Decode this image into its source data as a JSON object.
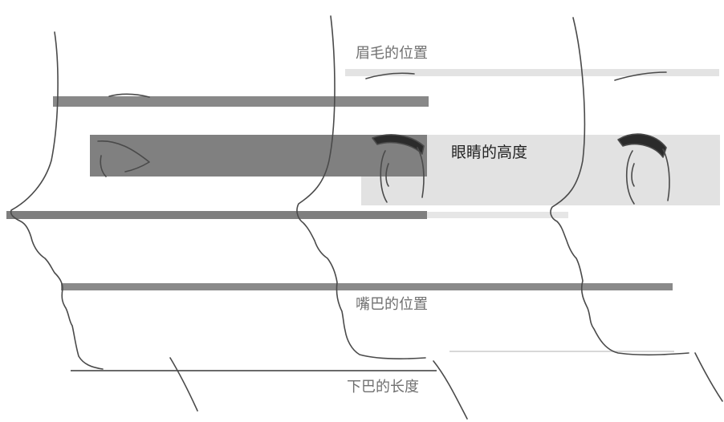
{
  "labels": {
    "eyebrow": "眉毛的位置",
    "eye": "眼睛的高度",
    "mouth": "嘴巴的位置",
    "chin": "下巴的长度"
  },
  "colors": {
    "dark_band": "#7a7a7a",
    "light_band": "#e0e0e0",
    "outline": "#4a4a4a",
    "eye_fill": "#2b2b2b"
  },
  "icons": [
    "face-profile-left",
    "face-profile-middle",
    "face-profile-right"
  ]
}
